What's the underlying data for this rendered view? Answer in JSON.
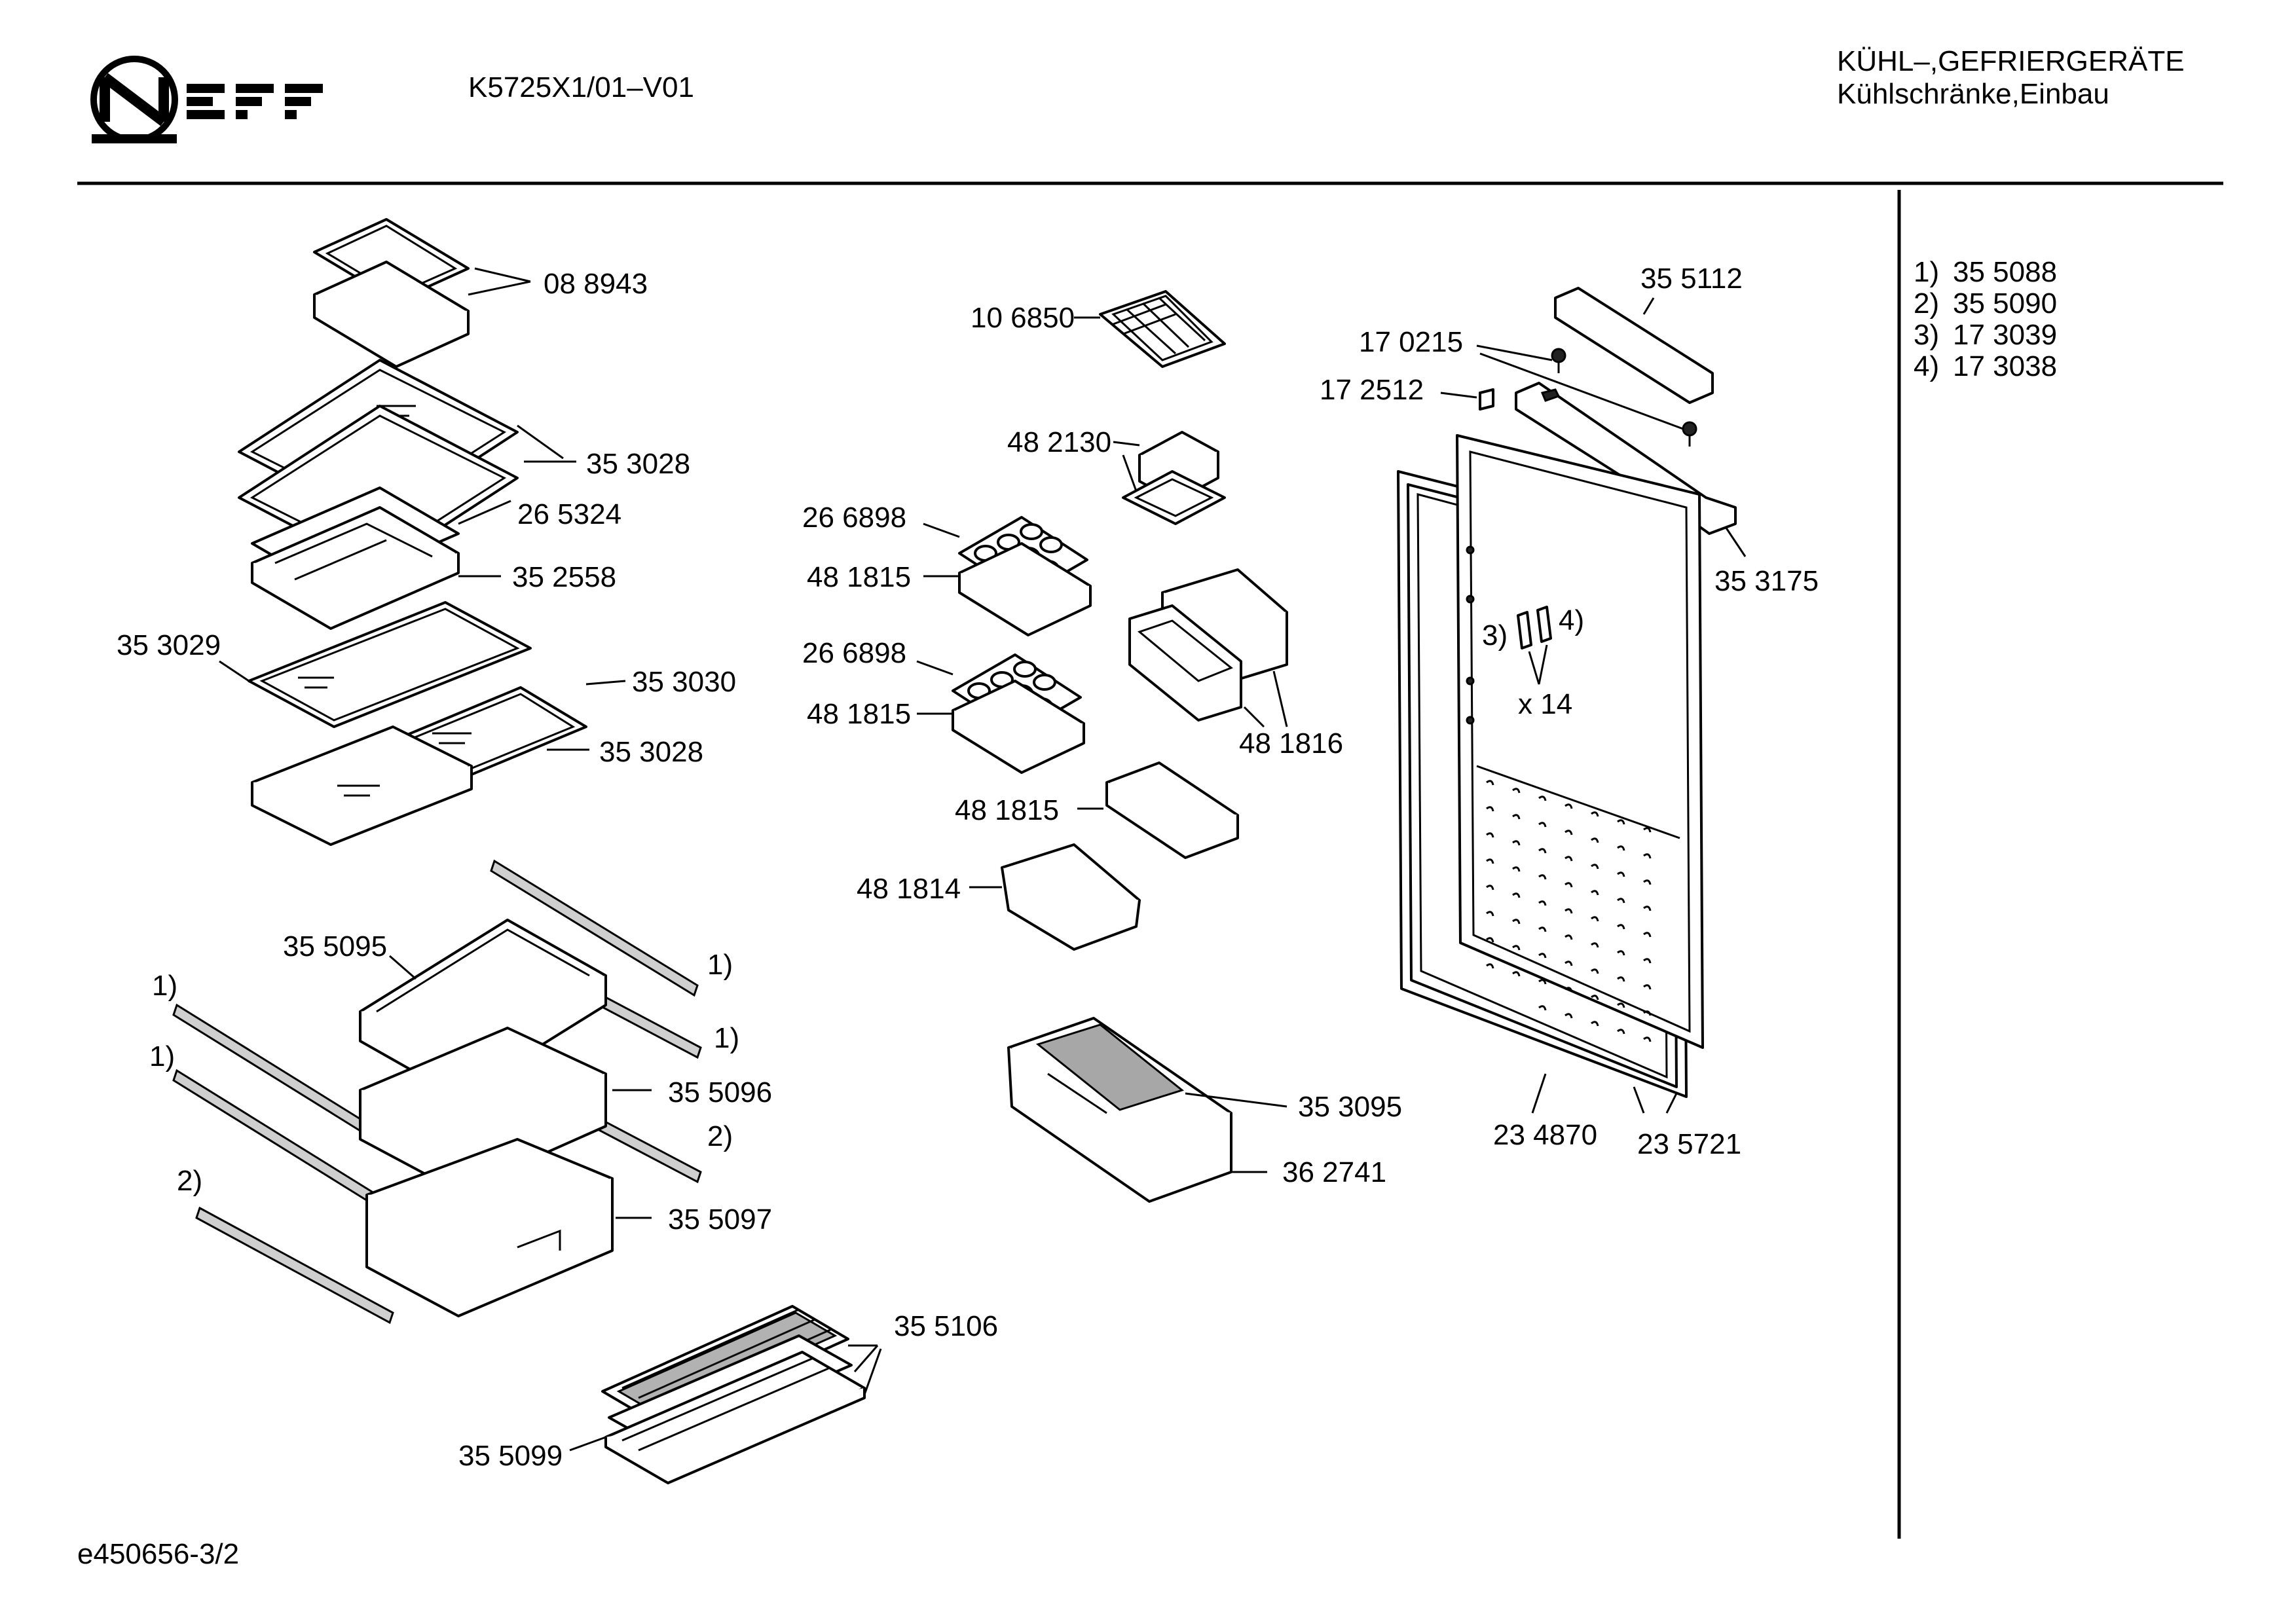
{
  "header": {
    "model": "K5725X1/01–V01",
    "category": "KÜHL–,GEFRIERGERÄTE",
    "subcategory": "Kühlschränke,Einbau",
    "logo_text": "NEFF"
  },
  "footer": {
    "document_id": "e450656-3/2"
  },
  "legend": [
    {
      "ref": "1)",
      "part": "35 5088"
    },
    {
      "ref": "2)",
      "part": "35 5090"
    },
    {
      "ref": "3)",
      "part": "17 3039"
    },
    {
      "ref": "4)",
      "part": "17 3038"
    }
  ],
  "callouts": {
    "p088943": "08 8943",
    "p353028a": "35 3028",
    "p265324": "26 5324",
    "p352558": "35 2558",
    "p353029": "35 3029",
    "p353030": "35 3030",
    "p353028b": "35 3028",
    "p355095": "35 5095",
    "r1a": "1)",
    "r1b": "1)",
    "r1c": "1)",
    "r1d": "1)",
    "p355096": "35 5096",
    "r2a": "2)",
    "r2b": "2)",
    "p355097": "35 5097",
    "p355106": "35 5106",
    "p355099": "35 5099",
    "p106850": "10 6850",
    "p482130": "48 2130",
    "p266898a": "26 6898",
    "p481815a": "48 1815",
    "p266898b": "26 6898",
    "p481815b": "48 1815",
    "p481816": "48 1816",
    "p481815c": "48 1815",
    "p481814": "48 1814",
    "p353095": "35 3095",
    "p362741": "36 2741",
    "p355112": "35 5112",
    "p170215": "17 0215",
    "p172512": "17 2512",
    "p353175": "35 3175",
    "r3": "3)",
    "r4": "4)",
    "x14": "x 14",
    "p234870": "23 4870",
    "p235721": "23 5721"
  }
}
